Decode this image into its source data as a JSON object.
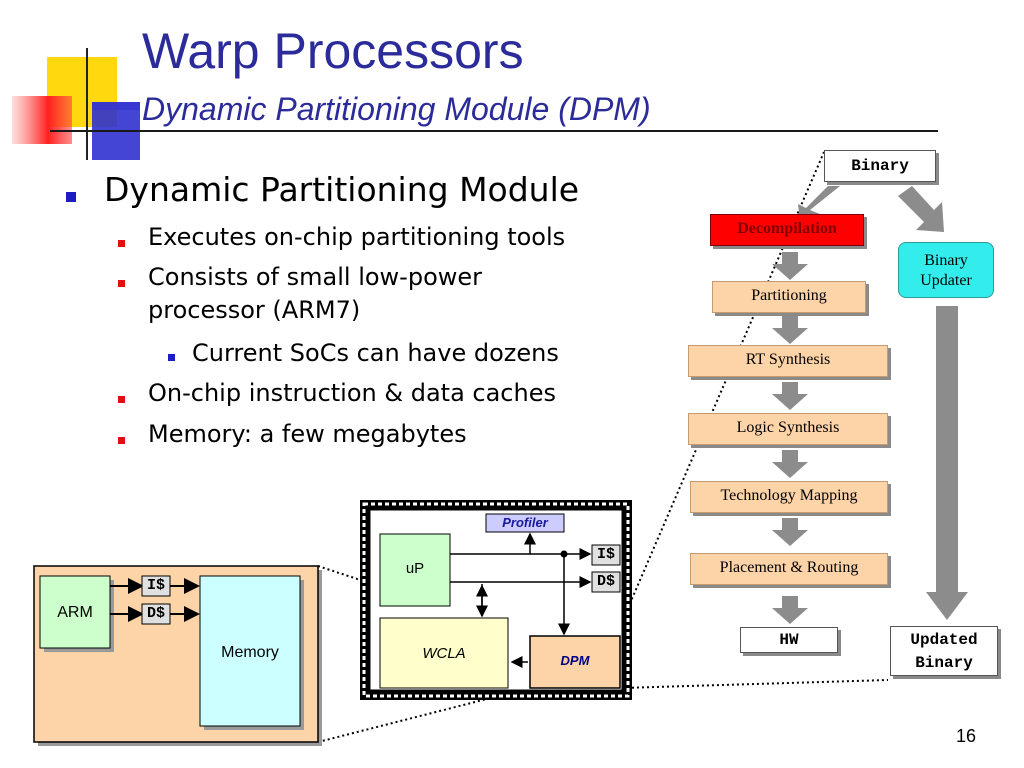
{
  "slide": {
    "title": "Warp Processors",
    "subtitle": "Dynamic Partitioning Module (DPM)",
    "page_number": "16"
  },
  "bullets": {
    "level1": "Dynamic Partitioning Module",
    "items": [
      "Executes on-chip partitioning tools",
      "Consists of small low-power",
      "processor (ARM7)",
      "Current SoCs can have dozens",
      "On-chip instruction & data caches",
      "Memory: a few megabytes"
    ]
  },
  "flow": {
    "binary": "Binary",
    "decompilation": "Decompilation",
    "partitioning": "Partitioning",
    "rt_synthesis": "RT Synthesis",
    "logic_synthesis": "Logic Synthesis",
    "technology_mapping": "Technology Mapping",
    "placement_routing": "Placement & Routing",
    "hw": "HW",
    "binary_updater_line1": "Binary",
    "binary_updater_line2": "Updater",
    "updated_binary_line1": "Updated",
    "updated_binary_line2": "Binary"
  },
  "arm_system": {
    "arm": "ARM",
    "icache": "I$",
    "dcache": "D$",
    "memory": "Memory"
  },
  "chip": {
    "profiler": "Profiler",
    "up": "uP",
    "icache": "I$",
    "dcache": "D$",
    "wcla": "WCLA",
    "dpm": "DPM"
  },
  "colors": {
    "title_blue": "#2b2b9a",
    "bullet_blue": "#1d1dc8",
    "bullet_red": "#e01010",
    "flow_box": "#fdd3a8",
    "decompilation_red": "#ff0000",
    "updater_cyan": "#33ecec",
    "arrow_gray": "#8c8c8c",
    "up_green": "#ccffcc",
    "wcla_yellow": "#ffffcc",
    "memory_cyan": "#ccffff"
  }
}
